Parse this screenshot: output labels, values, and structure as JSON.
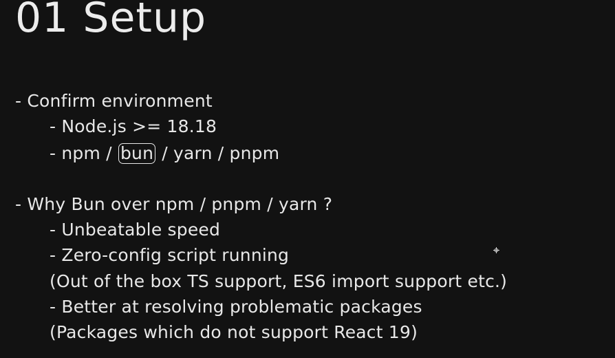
{
  "title": "01 Setup",
  "sections": [
    {
      "heading": "- Confirm environment",
      "items": [
        "- Node.js >= 18.18"
      ]
    },
    {
      "heading": "- Why Bun over npm / pnpm / yarn ?",
      "items": [
        "- Unbeatable speed",
        "- Zero-config script running",
        "(Out of the box TS support, ES6 import support etc.)",
        "- Better at resolving problematic packages",
        "(Packages which do not support React 19)"
      ]
    }
  ],
  "package_managers_line": {
    "prefix": "- npm / ",
    "boxed": "bun",
    "suffix": " / yarn / pnpm"
  },
  "colors": {
    "background": "#121212",
    "text": "#e8e8e8",
    "title": "#ececec"
  }
}
